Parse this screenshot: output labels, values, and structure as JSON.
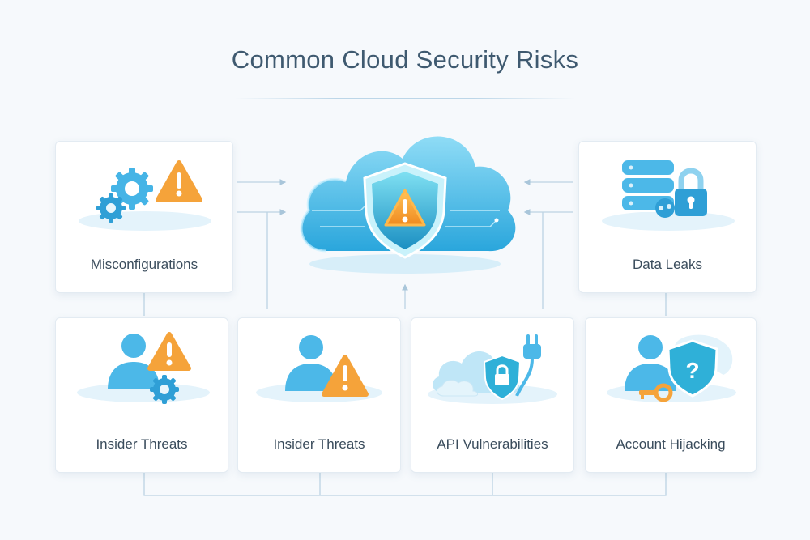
{
  "title": "Common Cloud Security Risks",
  "center": {
    "icon": "cloud-shield-warning-icon"
  },
  "cards": [
    {
      "id": "misconfigurations",
      "label": "Misconfigurations",
      "icon": "gears-warning-icon"
    },
    {
      "id": "data-leaks",
      "label": "Data Leaks",
      "icon": "database-lock-icon"
    },
    {
      "id": "insider-threats-1",
      "label": "Insider Threats",
      "icon": "user-gear-warning-icon"
    },
    {
      "id": "insider-threats-2",
      "label": "Insider Threats",
      "icon": "user-warning-icon"
    },
    {
      "id": "api-vulnerabilities",
      "label": "API Vulnerabilities",
      "icon": "cloud-plug-shield-icon"
    },
    {
      "id": "account-hijacking",
      "label": "Account Hijacking",
      "icon": "user-key-shield-icon"
    }
  ],
  "colors": {
    "accent": "#3fb6e6",
    "warning": "#f5a33a",
    "title": "#3f5a70",
    "text": "#3a4c5c",
    "line": "#bcd3e3"
  }
}
